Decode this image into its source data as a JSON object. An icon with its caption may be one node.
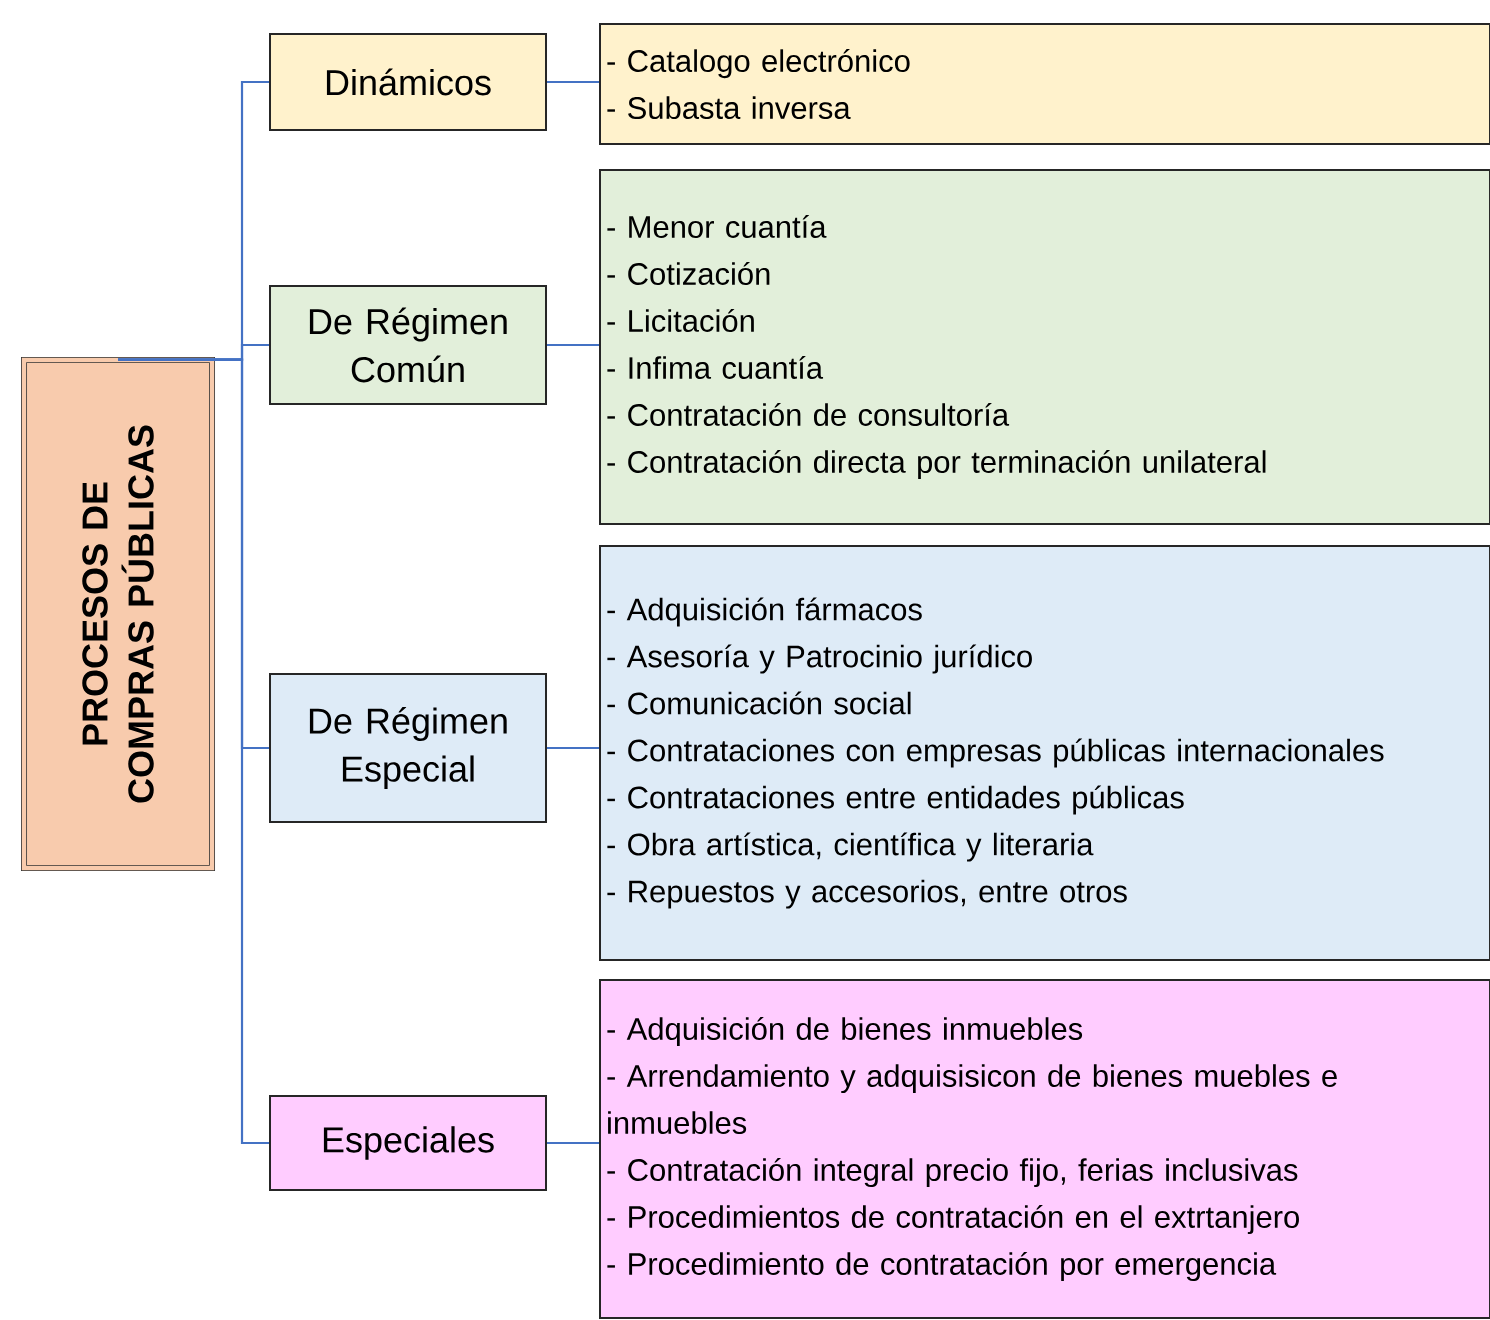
{
  "diagram": {
    "nodes": [
      {
        "text": [
          "PROCESOS DE COMPRAS PÚBLICAS"
        ]
      },
      {
        "text": [
          "Dinámicos"
        ]
      },
      {
        "text": [
          "De Régimen Común"
        ]
      },
      {
        "text": [
          "De Régimen Especial"
        ]
      },
      {
        "text": [
          "Especiales"
        ]
      },
      {
        "text": [
          "- Catalogo electrónico",
          "- Subasta inversa"
        ]
      },
      {
        "text": [
          "- Menor cuantía",
          "- Cotización",
          "- Licitación",
          "- Infima cuantía",
          "- Contratación de consultoría",
          "- Contratación directa por terminación unilateral"
        ]
      },
      {
        "text": [
          "- Adquisición fármacos",
          "- Asesoría y Patrocinio jurídico",
          "- Comunicación social",
          "- Contrataciones con empresas públicas internacionales",
          "- Contrataciones entre entidades públicas",
          "- Obra artística, científica y literaria",
          "- Repuestos y accesorios, entre otros"
        ]
      },
      {
        "text": [
          "- Adquisición de bienes inmuebles",
          "- Arrendamiento y adquisisicon de bienes muebles e inmuebles",
          "- Contratación integral precio fijo, ferias inclusivas",
          "- Procedimientos de contratación en el extrtanjero",
          "- Procedimiento de contratación por emergencia"
        ]
      }
    ],
    "edges": [
      {
        "from": 0,
        "to": 1,
        "arrow": "none"
      },
      {
        "from": 0,
        "to": 2,
        "arrow": "none"
      },
      {
        "from": 0,
        "to": 3,
        "arrow": "none"
      },
      {
        "from": 0,
        "to": 4,
        "arrow": "none"
      },
      {
        "from": 1,
        "to": 5,
        "arrow": "none"
      },
      {
        "from": 2,
        "to": 6,
        "arrow": "none"
      },
      {
        "from": 3,
        "to": 7,
        "arrow": "none"
      },
      {
        "from": 4,
        "to": 8,
        "arrow": "none"
      }
    ]
  }
}
